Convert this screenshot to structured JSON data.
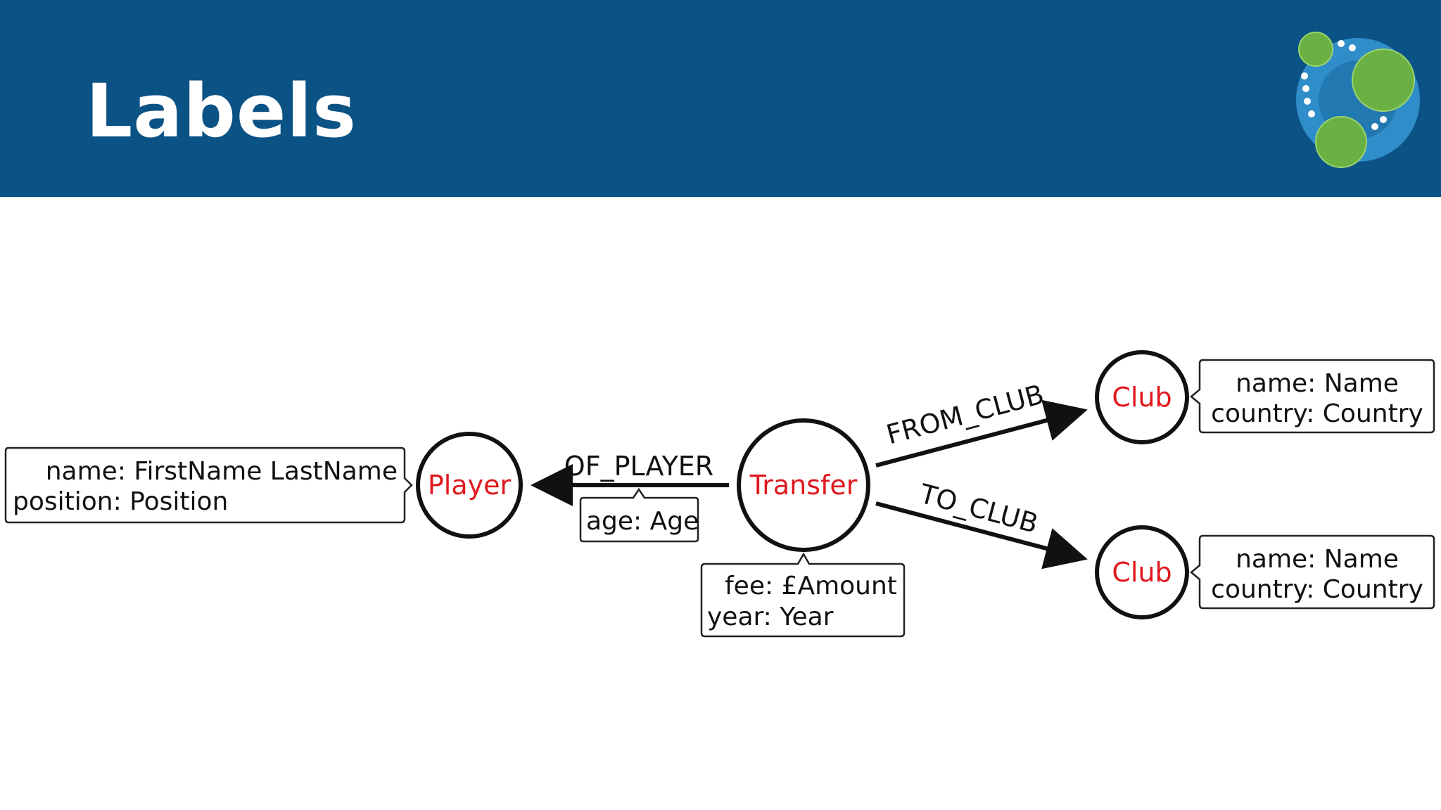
{
  "slide": {
    "title": "Labels",
    "colors": {
      "header_bg": "#0b5285",
      "title": "#ffffff",
      "node_label": "#e0191e",
      "logo_ring": "#2f8dc9",
      "logo_green": "#6ab043"
    },
    "logo_icon": "graph-database-logo"
  },
  "diagram": {
    "nodes": {
      "player": {
        "label": "Player"
      },
      "transfer": {
        "label": "Transfer"
      },
      "club_from": {
        "label": "Club"
      },
      "club_to": {
        "label": "Club"
      }
    },
    "edges": {
      "of_player": {
        "label": "OF_PLAYER"
      },
      "from_club": {
        "label": "FROM_CLUB"
      },
      "to_club": {
        "label": "TO_CLUB"
      }
    },
    "properties": {
      "player": {
        "line1": "name: FirstName LastName",
        "line2": "position: Position"
      },
      "of_player": {
        "line1": "age: Age"
      },
      "transfer": {
        "line1": "fee: £Amount",
        "line2": "year: Year"
      },
      "club_from": {
        "line1": "name: Name",
        "line2": "country: Country"
      },
      "club_to": {
        "line1": "name: Name",
        "line2": "country: Country"
      }
    }
  }
}
